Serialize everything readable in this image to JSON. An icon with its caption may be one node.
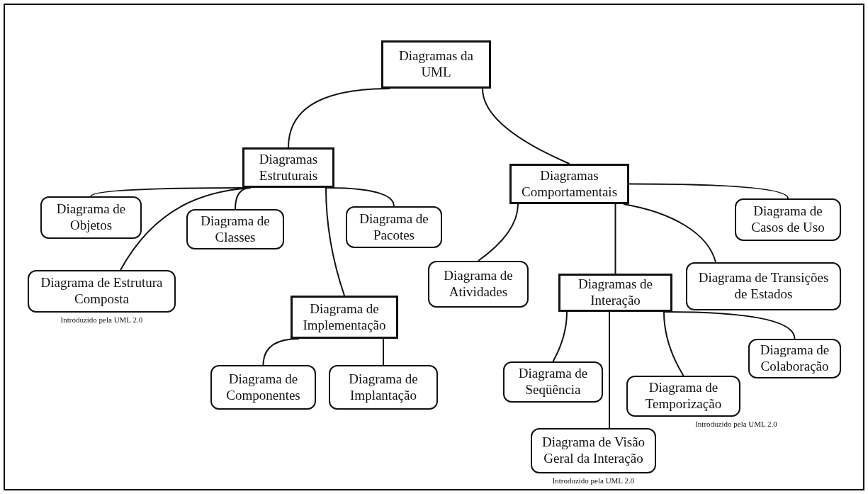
{
  "diagram": {
    "nodes": [
      {
        "text": [
          "Diagramas da UML"
        ]
      },
      {
        "text": [
          "Diagramas Estruturais"
        ]
      },
      {
        "text": [
          "Diagramas Comportamentais"
        ]
      },
      {
        "text": [
          "Diagrama de Objetos"
        ]
      },
      {
        "text": [
          "Diagrama de Classes"
        ]
      },
      {
        "text": [
          "Diagrama de Pacotes"
        ]
      },
      {
        "text": [
          "Diagrama de Estrutura Composta"
        ],
        "beside": [
          "Introduzido pela UML 2.0"
        ]
      },
      {
        "text": [
          "Diagrama de Implementação"
        ]
      },
      {
        "text": [
          "Diagrama de Componentes"
        ]
      },
      {
        "text": [
          "Diagrama de Implantação"
        ]
      },
      {
        "text": [
          "Diagrama de Atividades"
        ]
      },
      {
        "text": [
          "Diagramas de Interação"
        ]
      },
      {
        "text": [
          "Diagrama de Casos de Uso"
        ]
      },
      {
        "text": [
          "Diagrama de Transições de Estados"
        ]
      },
      {
        "text": [
          "Diagrama de Seqüência"
        ]
      },
      {
        "text": [
          "Diagrama de Temporização"
        ],
        "beside": [
          "Introduzido pela UML 2.0"
        ]
      },
      {
        "text": [
          "Diagrama de Colaboração"
        ]
      },
      {
        "text": [
          "Diagrama de Visão Geral da Interação"
        ],
        "beside": [
          "Introduzido pela UML 2.0"
        ]
      }
    ],
    "edges": [
      {
        "from": 0,
        "to": 1,
        "arrow": "none"
      },
      {
        "from": 0,
        "to": 2,
        "arrow": "none"
      },
      {
        "from": 1,
        "to": 3,
        "arrow": "none"
      },
      {
        "from": 1,
        "to": 4,
        "arrow": "none"
      },
      {
        "from": 1,
        "to": 5,
        "arrow": "none"
      },
      {
        "from": 1,
        "to": 6,
        "arrow": "none"
      },
      {
        "from": 1,
        "to": 7,
        "arrow": "none"
      },
      {
        "from": 7,
        "to": 8,
        "arrow": "none"
      },
      {
        "from": 7,
        "to": 9,
        "arrow": "none"
      },
      {
        "from": 2,
        "to": 10,
        "arrow": "none"
      },
      {
        "from": 2,
        "to": 11,
        "arrow": "none"
      },
      {
        "from": 2,
        "to": 12,
        "arrow": "none"
      },
      {
        "from": 2,
        "to": 13,
        "arrow": "none"
      },
      {
        "from": 11,
        "to": 14,
        "arrow": "none"
      },
      {
        "from": 11,
        "to": 15,
        "arrow": "none"
      },
      {
        "from": 11,
        "to": 16,
        "arrow": "none"
      },
      {
        "from": 11,
        "to": 17,
        "arrow": "none"
      }
    ]
  }
}
